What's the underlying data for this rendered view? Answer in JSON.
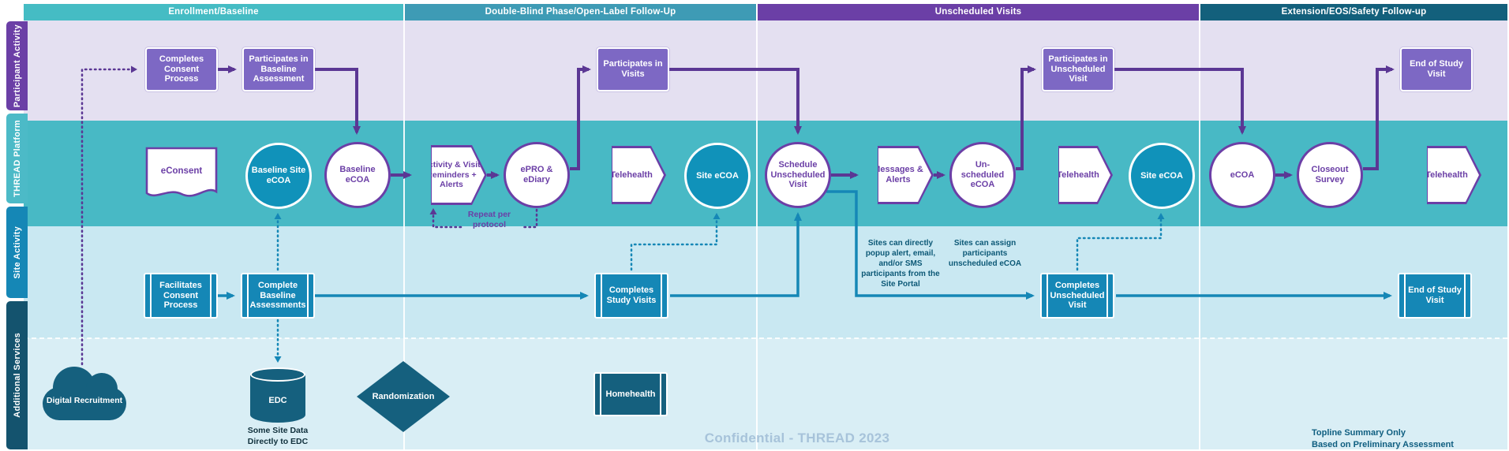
{
  "sidebar": {
    "lanes": [
      "Participant Activity",
      "THREAD Platform",
      "Site Activity",
      "Additional Services"
    ]
  },
  "phases": [
    "Enrollment/Baseline",
    "Double-Blind Phase/Open-Label Follow-Up",
    "Unscheduled Visits",
    "Extension/EOS/Safety Follow-up"
  ],
  "nodes": {
    "completes_consent": "Completes Consent Process",
    "participates_baseline": "Participates in Baseline Assessment",
    "participates_visits": "Participates in Visits",
    "participates_unscheduled": "Participates in Unscheduled Visit",
    "eos_visit_participant": "End of Study Visit",
    "econsent": "eConsent",
    "baseline_site_ecoa": "Baseline Site eCOA",
    "baseline_ecoa": "Baseline eCOA",
    "activity_reminders": "Activity & Visit Reminders + Alerts",
    "epro_ediary": "ePRO & eDiary",
    "telehealth2": "Telehealth",
    "site_ecoa2": "Site eCOA",
    "schedule_unscheduled": "Schedule Unscheduled Visit",
    "messages_alerts": "Messages & Alerts",
    "unscheduled_ecoa": "Un-scheduled eCOA",
    "telehealth3": "Telehealth",
    "site_ecoa3": "Site eCOA",
    "ecoa4": "eCOA",
    "closeout_survey": "Closeout Survey",
    "telehealth4": "Telehealth",
    "facilitates_consent": "Facilitates Consent Process",
    "complete_baseline": "Complete Baseline Assessments",
    "completes_study": "Completes Study Visits",
    "completes_unscheduled": "Completes Unscheduled Visit",
    "eos_visit_site": "End of Study Visit",
    "digital_recruitment": "Digital Recruitment",
    "edc": "EDC",
    "randomization": "Randomization",
    "homehealth": "Homehealth"
  },
  "annotations": {
    "repeat": "Repeat per protocol",
    "edc_note": "Some Site Data Directly to EDC",
    "note_popup": "Sites can directly popup alert, email, and/or SMS participants from the Site Portal",
    "note_assign": "Sites can assign participants unscheduled eCOA",
    "confidential": "Confidential - THREAD 2023",
    "topline1": "Topline Summary Only",
    "topline2": "Based on Preliminary Assessment"
  },
  "colors": {
    "phase1": "#45BCC4",
    "phase2": "#3E9BB5",
    "phase3": "#6B3FA6",
    "phase4": "#13607C",
    "participant_lane": "#E4E0F1",
    "platform_lane": "#48B9C5",
    "site_lane": "#C9E8F2",
    "additional_lane": "#D9EEF5",
    "purple_node": "#7D68C4",
    "purple_line": "#5B3794",
    "teal_node": "#1092BA",
    "site_node": "#1587B6",
    "dark_node": "#15607E"
  }
}
